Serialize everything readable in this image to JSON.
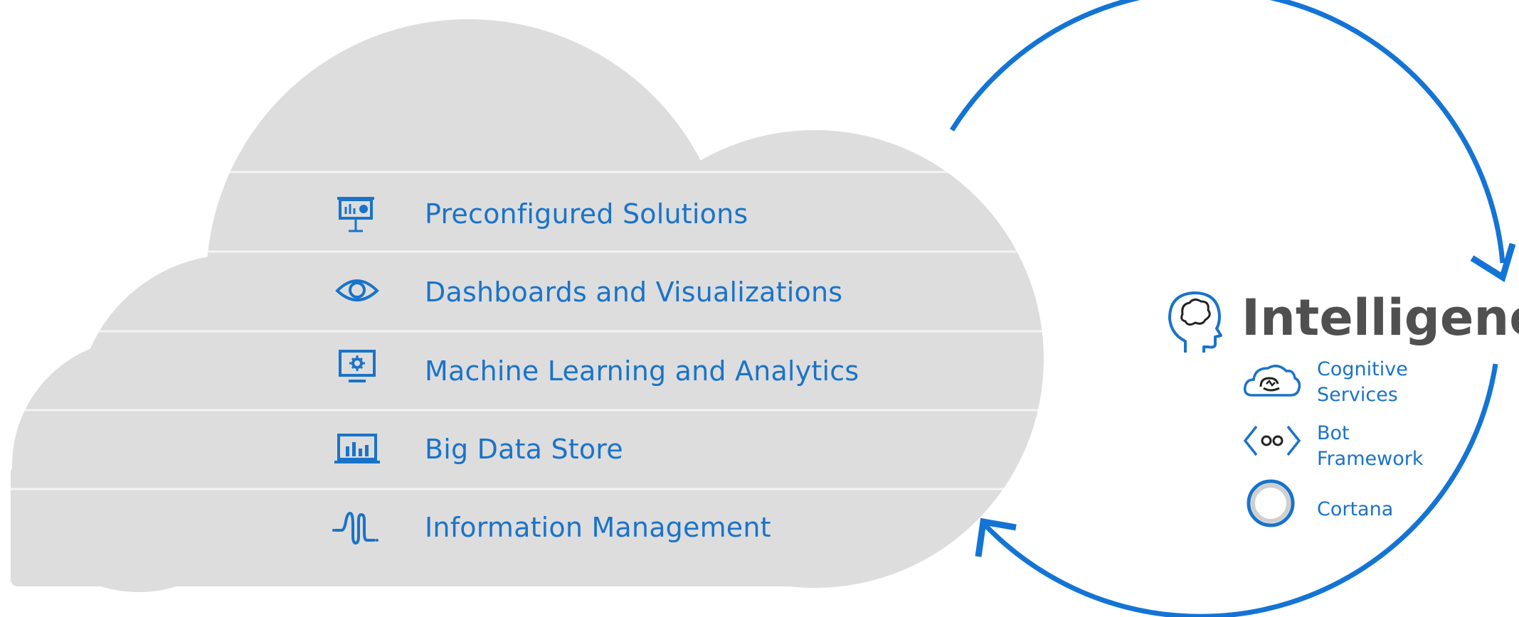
{
  "layers": [
    {
      "label": "Preconfigured Solutions",
      "icon": "presentation-board-icon"
    },
    {
      "label": "Dashboards and Visualizations",
      "icon": "eye-icon"
    },
    {
      "label": "Machine Learning and Analytics",
      "icon": "monitor-gear-icon"
    },
    {
      "label": "Big Data Store",
      "icon": "bar-chart-icon"
    },
    {
      "label": "Information Management",
      "icon": "waveform-icon"
    }
  ],
  "intelligence": {
    "title": "Intelligence",
    "icon": "head-brain-icon",
    "services": [
      {
        "line1": "Cognitive",
        "line2": "Services",
        "icon": "cloud-face-icon"
      },
      {
        "line1": "Bot",
        "line2": "Framework",
        "icon": "code-brackets-eyes-icon"
      },
      {
        "line1": "Cortana",
        "line2": "",
        "icon": "ring-icon"
      }
    ]
  },
  "colors": {
    "accent_blue": "#1a73c9",
    "arrow_blue": "#1374d6",
    "cloud_gray": "#dddddd",
    "title_gray": "#505050"
  }
}
